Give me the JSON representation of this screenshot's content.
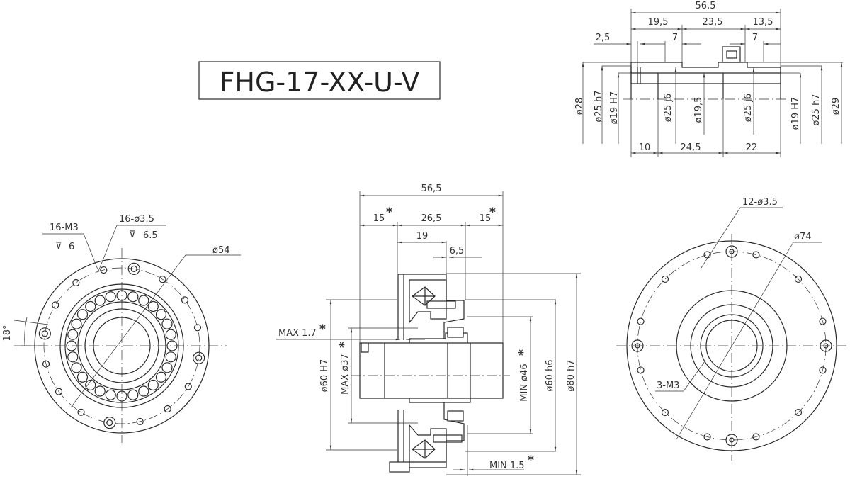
{
  "title": "FHG-17-XX-U-V",
  "asterisk": "*",
  "side_view": {
    "overall": "56,5",
    "seg1": "19,5",
    "seg2": "23,5",
    "seg3": "13,5",
    "left_offset": "2,5",
    "left_7": "7",
    "right_7": "7",
    "bottom1": "10",
    "bottom2": "24,5",
    "bottom3": "22",
    "diameters": [
      "ø28",
      "ø25 h7",
      "ø19 H7",
      "ø25 j6",
      "ø19,5",
      "ø25 j6",
      "ø19 H7",
      "ø25 h7",
      "ø29"
    ]
  },
  "front_view": {
    "tapped_holes": "16-M3",
    "tapped_depth": "6",
    "through_holes": "16-ø3.5",
    "hole_depth": "6.5",
    "pitch_diameter": "ø54",
    "angle": "18°"
  },
  "section_view": {
    "overall": "56,5",
    "left": "15",
    "middle": "26,5",
    "right": "15",
    "d19": "19",
    "d6_5": "6,5",
    "max_gap": "MAX 1.7",
    "d60_H7": "ø60 H7",
    "max_d37": "MAX ø37",
    "min_d46": "MIN ø46",
    "d60_h6": "ø60 h6",
    "d80_h7": "ø80 h7",
    "min_gap": "MIN 1.5"
  },
  "rear_view": {
    "through_holes": "12-ø3.5",
    "pitch_diameter": "ø74",
    "tapped_holes": "3-M3"
  }
}
